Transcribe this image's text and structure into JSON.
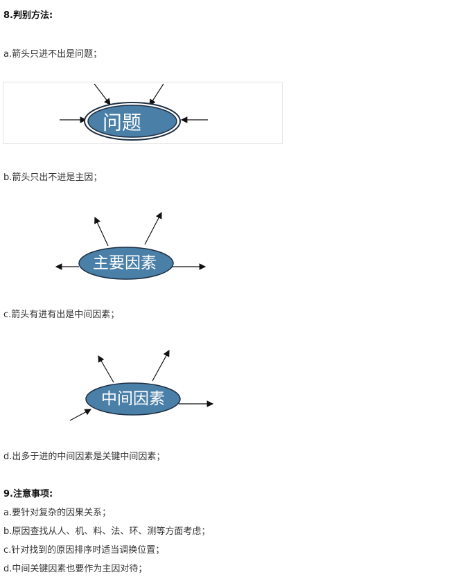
{
  "section8": {
    "heading": "8.判别方法:",
    "item_a": "a.箭头只进不出是问题；",
    "item_b": "b.箭头只出不进是主因；",
    "item_c": "c.箭头有进有出是中间因素；",
    "item_d": "d.出多于进的中间因素是关键中间因素；"
  },
  "diagrams": {
    "problem": {
      "label": "问题"
    },
    "main_cause": {
      "label": "主要因素"
    },
    "middle_factor": {
      "label": "中间因素"
    }
  },
  "section9": {
    "heading": "9.注意事项:",
    "items": [
      "a.要针对复杂的因果关系；",
      "b.原因查找从人、机、料、法、环、测等方面考虑；",
      "c.针对找到的原因排序时适当调换位置；",
      "d.中间关键因素也要作为主因对待；"
    ]
  },
  "colors": {
    "ellipse_fill": "#4a7fa8",
    "ellipse_stroke": "#1e2f44",
    "text": "#333333",
    "arrow": "#111111"
  }
}
